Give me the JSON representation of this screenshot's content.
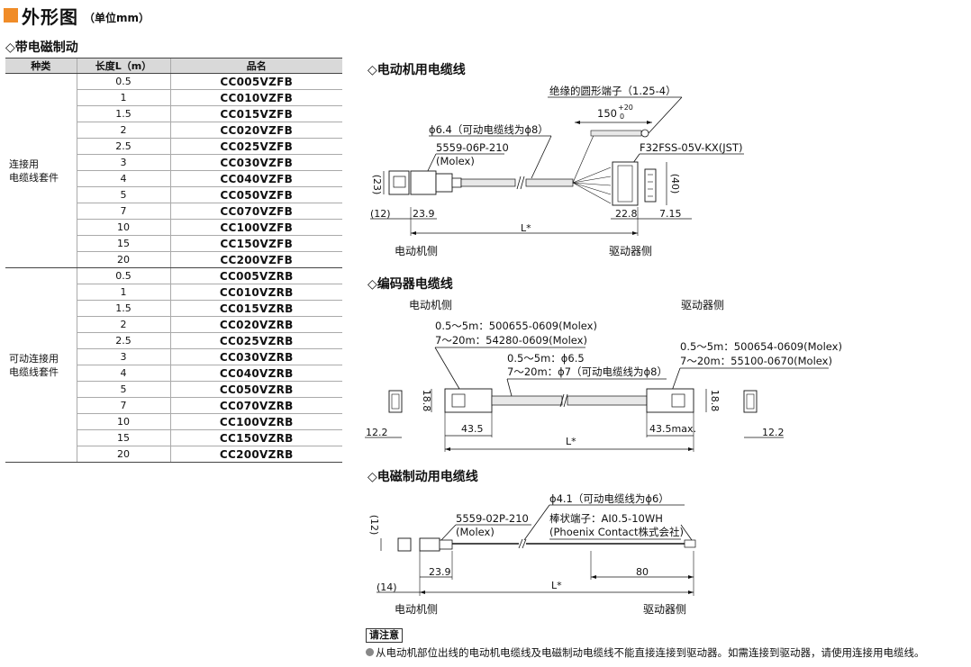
{
  "header": {
    "title": "外形图",
    "unit": "（单位mm）"
  },
  "left_section": {
    "title": "◇带电磁制动"
  },
  "table": {
    "columns": [
      "种类",
      "长度L（m）",
      "品名"
    ],
    "groups": [
      {
        "kind": "连接用\n电缆线套件",
        "rows": [
          [
            "0.5",
            "CC005VZFB"
          ],
          [
            "1",
            "CC010VZFB"
          ],
          [
            "1.5",
            "CC015VZFB"
          ],
          [
            "2",
            "CC020VZFB"
          ],
          [
            "2.5",
            "CC025VZFB"
          ],
          [
            "3",
            "CC030VZFB"
          ],
          [
            "4",
            "CC040VZFB"
          ],
          [
            "5",
            "CC050VZFB"
          ],
          [
            "7",
            "CC070VZFB"
          ],
          [
            "10",
            "CC100VZFB"
          ],
          [
            "15",
            "CC150VZFB"
          ],
          [
            "20",
            "CC200VZFB"
          ]
        ]
      },
      {
        "kind": "可动连接用\n电缆线套件",
        "rows": [
          [
            "0.5",
            "CC005VZRB"
          ],
          [
            "1",
            "CC010VZRB"
          ],
          [
            "1.5",
            "CC015VZRB"
          ],
          [
            "2",
            "CC020VZRB"
          ],
          [
            "2.5",
            "CC025VZRB"
          ],
          [
            "3",
            "CC030VZRB"
          ],
          [
            "4",
            "CC040VZRB"
          ],
          [
            "5",
            "CC050VZRB"
          ],
          [
            "7",
            "CC070VZRB"
          ],
          [
            "10",
            "CC100VZRB"
          ],
          [
            "15",
            "CC150VZRB"
          ],
          [
            "20",
            "CC200VZRB"
          ]
        ]
      }
    ]
  },
  "motor_cable": {
    "title": "◇电动机用电缆线",
    "terminal_label": "绝缘的圆形端子（1.25-4）",
    "length_main": "150",
    "tol_plus": "+20",
    "tol_minus": "0",
    "dia_label": "ϕ6.4（可动电缆线为ϕ8）",
    "conn_model": "5559-06P-210",
    "conn_maker": "(Molex)",
    "driver_conn": "F32FSS-05V-KX(JST)",
    "dim_23": "(23)",
    "dim_40": "(40)",
    "dim_12": "(12)",
    "dim_239": "23.9",
    "dim_228": "22.8",
    "dim_715": "7.15",
    "dim_L": "L*",
    "motor_side": "电动机侧",
    "driver_side": "驱动器侧"
  },
  "encoder_cable": {
    "title": "◇编码器电缆线",
    "motor_side": "电动机侧",
    "driver_side": "驱动器侧",
    "motor_conn_1": "0.5～5m：500655-0609(Molex)",
    "motor_conn_2": "7～20m：54280-0609(Molex)",
    "dia_1": "0.5～5m：ϕ6.5",
    "dia_2": "7～20m：ϕ7（可动电缆线为ϕ8）",
    "driver_conn_1": "0.5～5m：500654-0609(Molex)",
    "driver_conn_2": "7～20m：55100-0670(Molex)",
    "dim_188_l": "18.8",
    "dim_188_r": "18.8",
    "dim_122_l": "12.2",
    "dim_122_r": "12.2",
    "dim_435": "43.5",
    "dim_435max": "43.5max.",
    "dim_L": "L*"
  },
  "brake_cable": {
    "title": "◇电磁制动用电缆线",
    "dia_label": "ϕ4.1（可动电缆线为ϕ6）",
    "conn_model": "5559-02P-210",
    "conn_maker": "(Molex)",
    "term_label": "棒状端子：AI0.5-10WH",
    "term_maker": "(Phoenix Contact株式会社)",
    "dim_12": "(12)",
    "dim_14": "(14)",
    "dim_239": "23.9",
    "dim_80": "80",
    "dim_L": "L*",
    "motor_side": "电动机侧",
    "driver_side": "驱动器侧"
  },
  "note": {
    "label": "请注意",
    "text": "从电动机部位出线的电动机电缆线及电磁制动电缆线不能直接连接到驱动器。如需连接到驱动器，请使用连接用电缆线。"
  },
  "colors": {
    "accent": "#f08c28",
    "header_bg": "#d9d9d9",
    "note_bullet": "#888888"
  }
}
